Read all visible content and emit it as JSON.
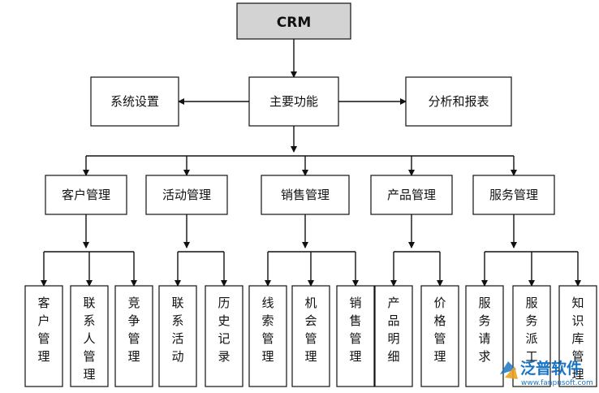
{
  "root": {
    "label": "CRM",
    "fill": "#d3d3d3"
  },
  "level1": [
    {
      "label": "系统设置"
    },
    {
      "label": "主要功能"
    },
    {
      "label": "分析和报表"
    }
  ],
  "modules": [
    {
      "label": "客户管理",
      "children": [
        "客户管理",
        "联系人管理",
        "竞争管理"
      ]
    },
    {
      "label": "活动管理",
      "children": [
        "联系活动",
        "历史记录"
      ]
    },
    {
      "label": "销售管理",
      "children": [
        "线索管理",
        "机会管理",
        "销售管理"
      ]
    },
    {
      "label": "产品管理",
      "children": [
        "产品明细",
        "价格管理"
      ]
    },
    {
      "label": "服务管理",
      "children": [
        "服务请求",
        "服务派工",
        "知识库管理"
      ]
    }
  ],
  "watermark": {
    "name": "泛普软件",
    "url": "www.fanpusoft.com",
    "color": "#1a74c4"
  },
  "colors": {
    "line": "#111111",
    "box_fill": "#ffffff"
  }
}
